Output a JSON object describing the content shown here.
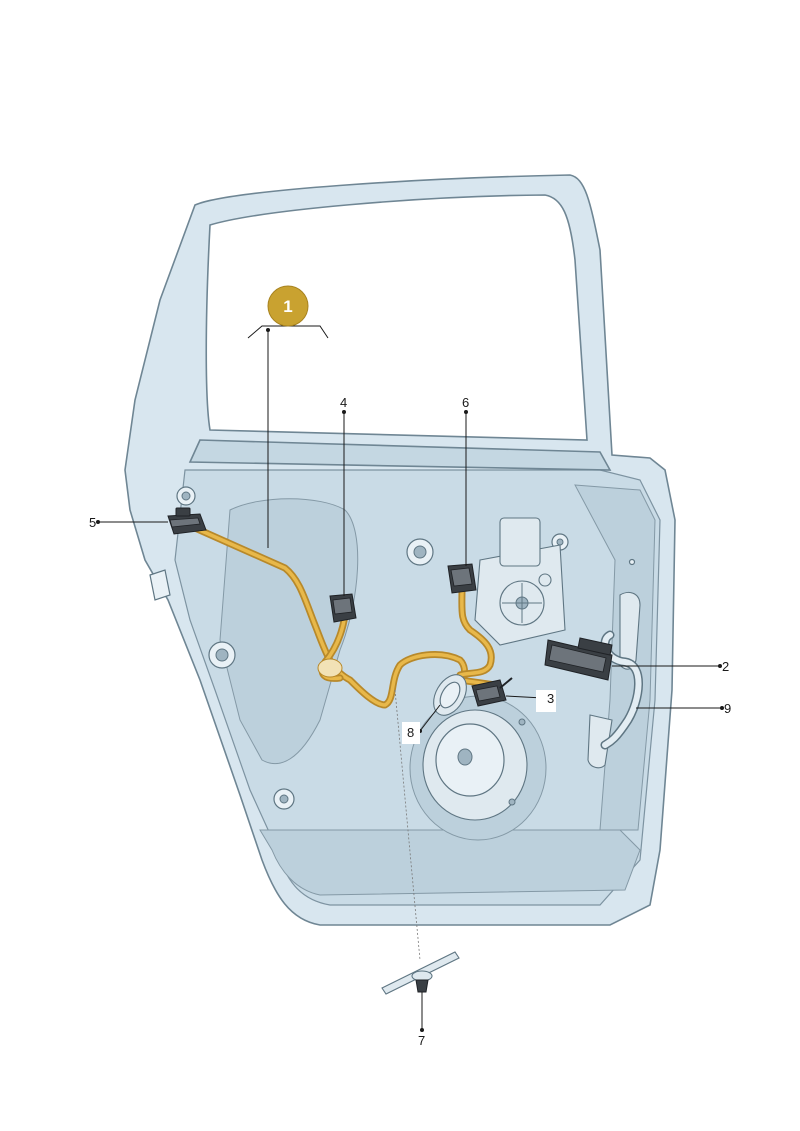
{
  "badge": {
    "label": "1",
    "color": "#c9a230"
  },
  "callouts": [
    {
      "id": "2",
      "label": "2"
    },
    {
      "id": "3",
      "label": "3"
    },
    {
      "id": "4",
      "label": "4"
    },
    {
      "id": "5",
      "label": "5"
    },
    {
      "id": "6",
      "label": "6"
    },
    {
      "id": "7",
      "label": "7"
    },
    {
      "id": "8",
      "label": "8"
    },
    {
      "id": "9",
      "label": "9"
    }
  ],
  "colors": {
    "door_fill": "#d8e6ef",
    "door_outline": "#6f8694",
    "wiring_harness": "#e8b84a",
    "connector": "#3a3f44"
  }
}
